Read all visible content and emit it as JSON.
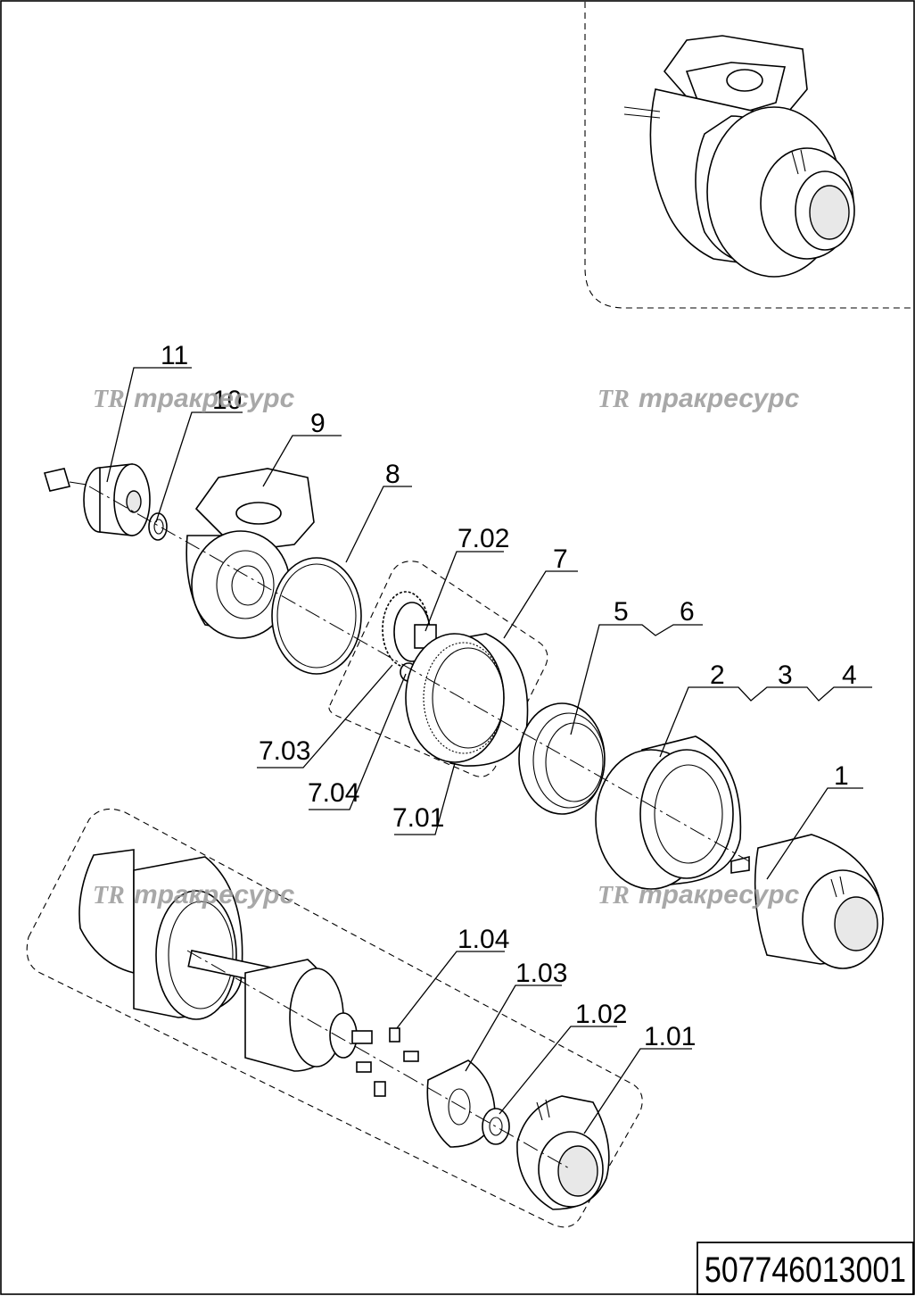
{
  "watermark": {
    "logo": "TR",
    "text": "тракресурс"
  },
  "document_number": "507746013001",
  "callouts": [
    {
      "id": "11",
      "label": "11"
    },
    {
      "id": "10",
      "label": "10"
    },
    {
      "id": "9",
      "label": "9"
    },
    {
      "id": "8",
      "label": "8"
    },
    {
      "id": "7_02",
      "label": "7.02"
    },
    {
      "id": "7",
      "label": "7"
    },
    {
      "id": "5",
      "label": "5"
    },
    {
      "id": "6",
      "label": "6"
    },
    {
      "id": "2",
      "label": "2"
    },
    {
      "id": "3",
      "label": "3"
    },
    {
      "id": "4",
      "label": "4"
    },
    {
      "id": "1",
      "label": "1"
    },
    {
      "id": "7_03",
      "label": "7.03"
    },
    {
      "id": "7_04",
      "label": "7.04"
    },
    {
      "id": "7_01",
      "label": "7.01"
    },
    {
      "id": "1_04",
      "label": "1.04"
    },
    {
      "id": "1_03",
      "label": "1.03"
    },
    {
      "id": "1_02",
      "label": "1.02"
    },
    {
      "id": "1_01",
      "label": "1.01"
    }
  ]
}
